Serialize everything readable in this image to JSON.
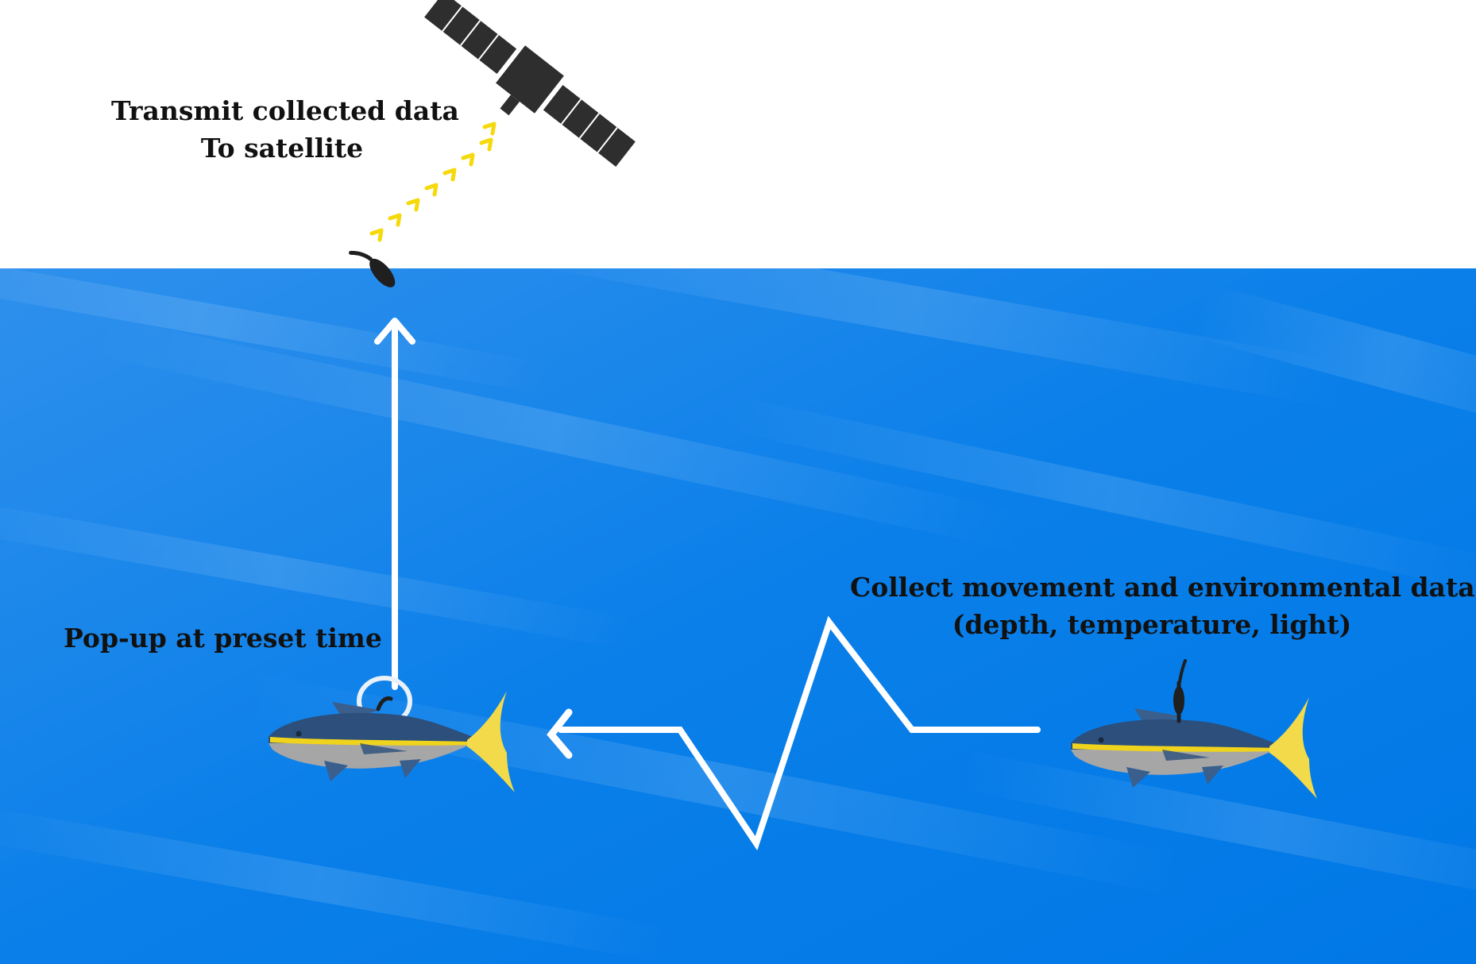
{
  "labels": {
    "transmit": {
      "line1": "Transmit collected data",
      "line2": "To satellite"
    },
    "popup": {
      "line1": "Pop-up at preset time"
    },
    "collect": {
      "line1": "Collect movement and environmental data",
      "line2": "(depth, temperature, light)"
    }
  },
  "colors": {
    "sky": "#ffffff",
    "ocean": "#0a82ee",
    "ocean_light": "#3a9df2",
    "satellite": "#2e2e2e",
    "signal": "#f5d90a",
    "path": "#ffffff",
    "fish_back": "#2c4f7c",
    "fish_belly": "#a9a9a9",
    "fish_stripe": "#f0d31c",
    "fish_tail": "#f2da4a",
    "tag": "#222222"
  },
  "icons": {
    "satellite": "satellite-icon",
    "tag": "popup-tag-icon",
    "fish": "tuna-fish-icon"
  }
}
